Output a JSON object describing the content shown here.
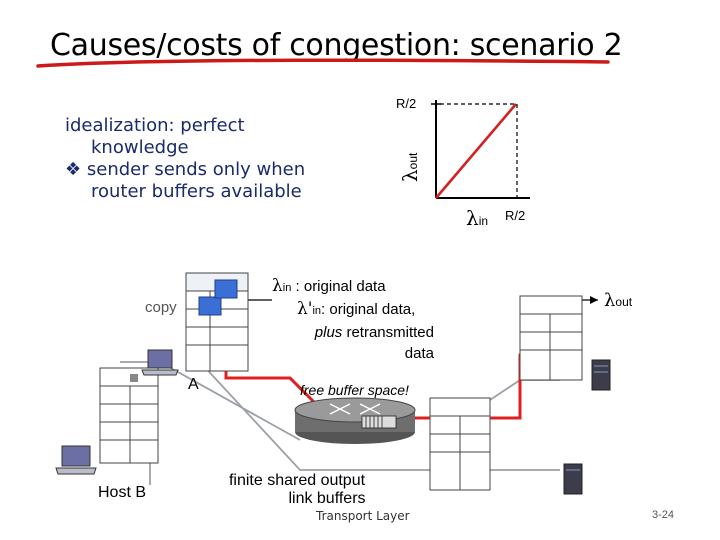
{
  "slide": {
    "title": "Causes/costs of congestion: scenario 2",
    "colors": {
      "accent_red": "#d42020",
      "text_navy": "#1b2a6b",
      "underline_red": "#cc1a1a"
    }
  },
  "idealization": {
    "line1": "idealization: perfect",
    "line2": "knowledge",
    "bullet_icon": "checkmark-diamond-icon",
    "line3": "sender sends only when",
    "line4": "router buffers available"
  },
  "plot": {
    "y_tick": "R/2",
    "x_tick": "R/2",
    "y_label_sym": "λ",
    "y_label_sub": "out",
    "x_label_sym": "λ",
    "x_label_sub": "in"
  },
  "chart_data": {
    "type": "line",
    "series": [
      {
        "x": [
          0,
          0.5
        ],
        "y": [
          0,
          0.5
        ]
      }
    ],
    "x_tick_labels": [
      "R/2"
    ],
    "y_tick_labels": [
      "R/2"
    ],
    "xlim": [
      0,
      0.5
    ],
    "ylim": [
      0,
      0.5
    ],
    "units_note_from_ticks": "R/2"
  },
  "network": {
    "copy_label": "copy",
    "lambda_in_sym": "λ",
    "lambda_in_sub": "in",
    "lambda_in_text": " : original data",
    "lambda_prime_sym": "λ'",
    "lambda_prime_sub": "in",
    "lambda_prime_text": ": original data,",
    "plus_word": "plus",
    "retransmitted": " retransmitted",
    "data_word": "data",
    "host_a": "A",
    "host_b": "Host B",
    "free_buffer": "free buffer space!",
    "finite_line1": "finite shared output",
    "finite_line2": "link buffers",
    "lambda_out_sym": "λ",
    "lambda_out_sub": "out"
  },
  "footer": {
    "course": "Transport Layer",
    "page": "3-24"
  }
}
